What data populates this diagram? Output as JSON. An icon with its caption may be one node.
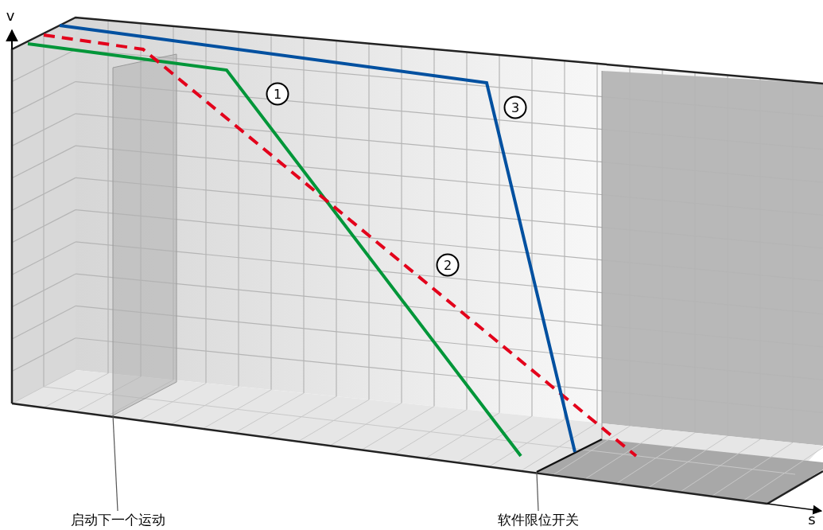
{
  "diagram": {
    "nodes": [
      {
        "text": [
          "启动下一个运动"
        ]
      },
      {
        "text": [
          "软件限位开关"
        ]
      }
    ],
    "edges": [
      {
        "from": 0,
        "to": null,
        "arrow": "none"
      },
      {
        "from": 1,
        "to": null,
        "arrow": "none"
      }
    ],
    "labels": [
      "v",
      "1",
      "3",
      "2",
      "s"
    ]
  }
}
